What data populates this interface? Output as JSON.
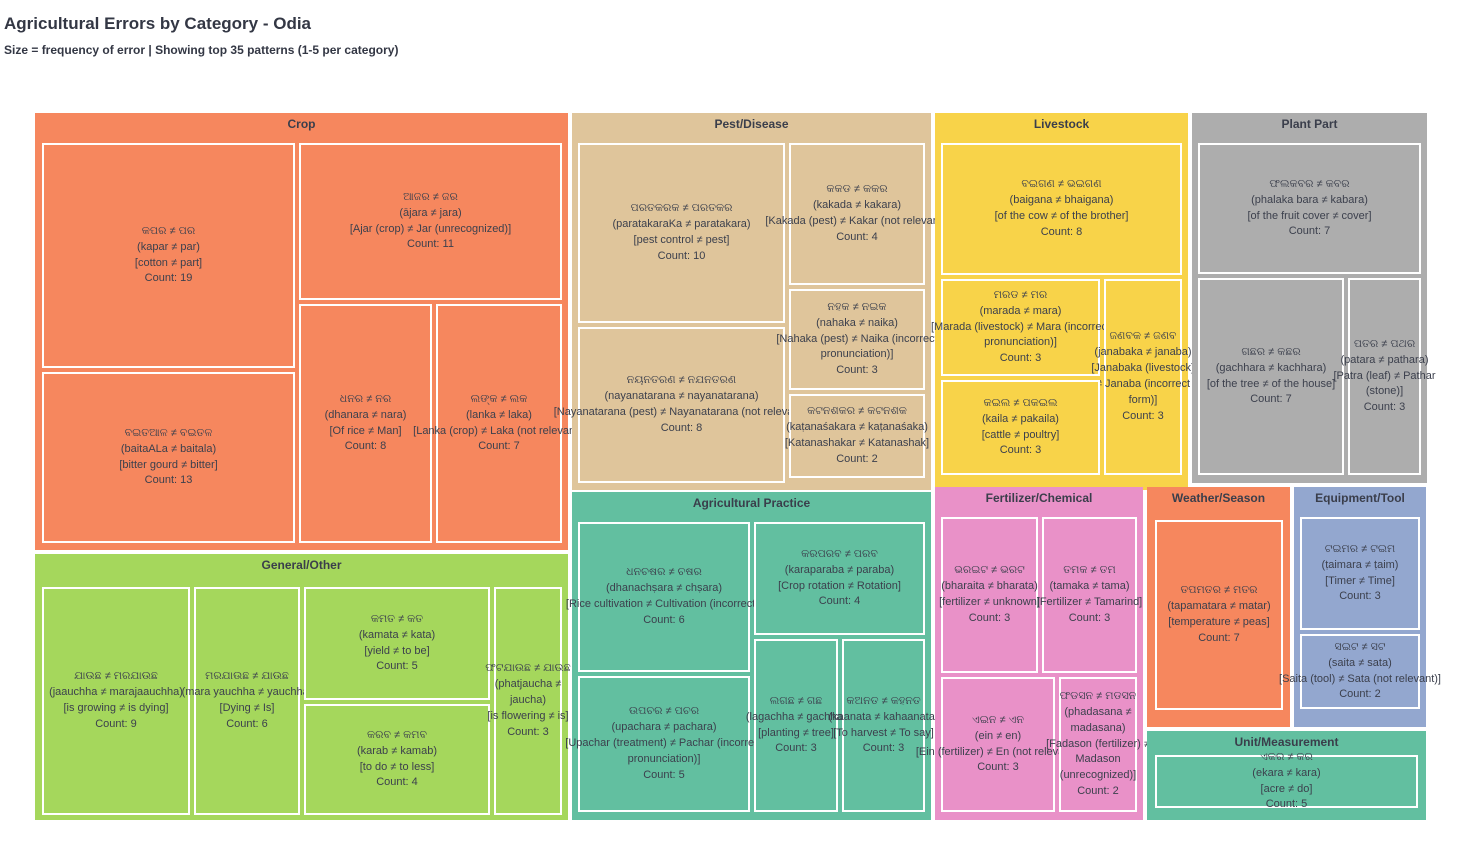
{
  "title": "Agricultural Errors by Category - Odia",
  "subtitle": "Size = frequency of error | Showing top 35 patterns (1-5 per category)",
  "chart_data": {
    "type": "treemap",
    "title": "Agricultural Errors by Category - Odia",
    "subtitle": "Size = frequency of error | Showing top 35 patterns (1-5 per category)",
    "size_encoding": "cell area = frequency (Count) of error pattern",
    "total_patterns": 35,
    "categories": [
      {
        "name": "Crop",
        "color": "#F6875E",
        "cells": [
          {
            "odia": "କପର ≠ ପର",
            "latin": "(kapar ≠ par)",
            "gloss": "[cotton ≠ part]",
            "count": 19,
            "count_label": "Count: 19"
          },
          {
            "odia": "ଆଜର ≠ ଜର",
            "latin": "(ājara ≠ jara)",
            "gloss": "[Ajar (crop) ≠ Jar (unrecognized)]",
            "count": 11,
            "count_label": "Count: 11"
          },
          {
            "odia": "ବଇତଆଳ ≠ ବଇତଳ",
            "latin": "(baitaALa ≠ baitala)",
            "gloss": "[bitter gourd ≠ bitter]",
            "count": 13,
            "count_label": "Count: 13"
          },
          {
            "odia": "ଧନର ≠ ନର",
            "latin": "(dhanara ≠ nara)",
            "gloss": "[Of rice ≠ Man]",
            "count": 8,
            "count_label": "Count: 8"
          },
          {
            "odia": "ଲଙ୍କ ≠ ଲକ",
            "latin": "(lanka ≠ laka)",
            "gloss": "[Lanka (crop) ≠ Laka (not relevant)]",
            "count": 7,
            "count_label": "Count: 7"
          }
        ]
      },
      {
        "name": "Pest/Disease",
        "color": "#DFC59B",
        "cells": [
          {
            "odia": "ପରତକରକ ≠ ପରତକର",
            "latin": "(paratakaraKa ≠ paratakara)",
            "gloss": "[pest control ≠ pest]",
            "count": 10,
            "count_label": "Count: 10"
          },
          {
            "odia": "ନୟନତରଣ ≠ ନଯନତରଣ",
            "latin": "(nayanatarana ≠ nayanatarana)",
            "gloss": "[Nayanatarana (pest) ≠ Nayanatarana (not relevant)]",
            "count": 8,
            "count_label": "Count: 8"
          },
          {
            "odia": "କକଡ ≠ କକର",
            "latin": "(kakada ≠ kakara)",
            "gloss": "[Kakada (pest) ≠ Kakar (not relevant)]",
            "count": 4,
            "count_label": "Count: 4"
          },
          {
            "odia": "ନହକ ≠ ନଇକ",
            "latin": "(nahaka ≠ naika)",
            "gloss": "[Nahaka (pest) ≠ Naika (incorrect pronunciation)]",
            "count": 3,
            "count_label": "Count: 3"
          },
          {
            "odia": "କଟନଶକର ≠ କଟନଶକ",
            "latin": "(kaṭanaśakara ≠ kaṭanaśaka)",
            "gloss": "[Katanashakar ≠ Katanashak]",
            "count": 2,
            "count_label": "Count: 2"
          }
        ]
      },
      {
        "name": "Livestock",
        "color": "#F8D349",
        "cells": [
          {
            "odia": "ବଇଗଣ ≠ ଭଇଗଣ",
            "latin": "(baigana ≠ bhaigana)",
            "gloss": "[of the cow ≠ of the brother]",
            "count": 8,
            "count_label": "Count: 8"
          },
          {
            "odia": "ମରଡ ≠ ମର",
            "latin": "(marada ≠ mara)",
            "gloss": "[Marada (livestock) ≠ Mara (incorrect pronunciation)]",
            "count": 3,
            "count_label": "Count: 3"
          },
          {
            "odia": "ଜଣବକ ≠ ଜଣବ",
            "latin": "(janabaka ≠ janaba)",
            "gloss": "[Janabaka (livestock) ≠ Janaba (incorrect form)]",
            "count": 3,
            "count_label": "Count: 3"
          },
          {
            "odia": "କଇଲ ≠ ପକଇଲ",
            "latin": "(kaila ≠ pakaila)",
            "gloss": "[cattle ≠ poultry]",
            "count": 3,
            "count_label": "Count: 3"
          }
        ]
      },
      {
        "name": "Plant Part",
        "color": "#ADADAD",
        "cells": [
          {
            "odia": "ଫଲକବର ≠ କବର",
            "latin": "(phalaka bara ≠ kabara)",
            "gloss": "[of the fruit cover ≠ cover]",
            "count": 7,
            "count_label": "Count: 7"
          },
          {
            "odia": "ଗଛର ≠ କଛର",
            "latin": "(gachhara ≠ kachhara)",
            "gloss": "[of the tree ≠ of the house]",
            "count": 7,
            "count_label": "Count: 7"
          },
          {
            "odia": "ପତର ≠ ପଥର",
            "latin": "(patara ≠ pathara)",
            "gloss": "[Patra (leaf) ≠ Pathar (stone)]",
            "count": 3,
            "count_label": "Count: 3"
          }
        ]
      },
      {
        "name": "General/Other",
        "color": "#A5D75C",
        "cells": [
          {
            "odia": "ଯାଉଛ ≠ ମରଯାଉଛ",
            "latin": "(jaauchha ≠ marajaauchha)",
            "gloss": "[is growing ≠ is dying]",
            "count": 9,
            "count_label": "Count: 9"
          },
          {
            "odia": "ମରଯାଉଛ ≠ ଯାଉଛ",
            "latin": "(mara yauchha ≠ yauchha)",
            "gloss": "[Dying ≠ Is]",
            "count": 6,
            "count_label": "Count: 6"
          },
          {
            "odia": "କମତ ≠ କତ",
            "latin": "(kamata ≠ kata)",
            "gloss": "[yield ≠ to be]",
            "count": 5,
            "count_label": "Count: 5"
          },
          {
            "odia": "କରବ ≠ କମବ",
            "latin": "(karab ≠ kamab)",
            "gloss": "[to do ≠ to less]",
            "count": 4,
            "count_label": "Count: 4"
          },
          {
            "odia": "ଫଟଯାଉଛ ≠ ଯାଉଛ",
            "latin": "(phatjaucha ≠ jaucha)",
            "gloss": "[is flowering ≠ is]",
            "count": 3,
            "count_label": "Count: 3"
          }
        ]
      },
      {
        "name": "Agricultural Practice",
        "color": "#62BFA0",
        "cells": [
          {
            "odia": "ଧନଚଷର ≠ ଚଷର",
            "latin": "(dhanachṣara ≠ chṣara)",
            "gloss": "[Rice cultivation ≠ Cultivation (incorrect)]",
            "count": 6,
            "count_label": "Count: 6"
          },
          {
            "odia": "ଉପଚର ≠ ପଚର",
            "latin": "(upachara ≠ pachara)",
            "gloss": "[Upachar (treatment) ≠ Pachar (incorrect pronunciation)]",
            "count": 5,
            "count_label": "Count: 5"
          },
          {
            "odia": "କରପରବ ≠ ପରବ",
            "latin": "(karaparaba ≠ paraba)",
            "gloss": "[Crop rotation ≠ Rotation]",
            "count": 4,
            "count_label": "Count: 4"
          },
          {
            "odia": "ଲଗଛ ≠ ଗଛ",
            "latin": "(lagachha ≠ gachha)",
            "gloss": "[planting ≠ tree]",
            "count": 3,
            "count_label": "Count: 3"
          },
          {
            "odia": "କଅନତ ≠ କହନତ",
            "latin": "(kaanata ≠ kahaanata)",
            "gloss": "[To harvest ≠ To say]",
            "count": 3,
            "count_label": "Count: 3"
          }
        ]
      },
      {
        "name": "Fertilizer/Chemical",
        "color": "#E991C8",
        "cells": [
          {
            "odia": "ଭରଇଟ ≠ ଭରଟ",
            "latin": "(bharaita ≠ bharata)",
            "gloss": "[fertilizer ≠ unknown]",
            "count": 3,
            "count_label": "Count: 3"
          },
          {
            "odia": "ତମକ ≠ ତମ",
            "latin": "(tamaka ≠ tama)",
            "gloss": "[Fertilizer ≠ Tamarind]",
            "count": 3,
            "count_label": "Count: 3"
          },
          {
            "odia": "ଏଇନ ≠ ଏନ",
            "latin": "(ein ≠ en)",
            "gloss": "[Ein (fertilizer) ≠ En (not relevant)]",
            "count": 3,
            "count_label": "Count: 3"
          },
          {
            "odia": "ଫଡସନ ≠ ମଡସନ",
            "latin": "(phadasana ≠ madasana)",
            "gloss": "[Fadason (fertilizer) ≠ Madason (unrecognized)]",
            "count": 2,
            "count_label": "Count: 2"
          }
        ]
      },
      {
        "name": "Weather/Season",
        "color": "#F6875E",
        "cells": [
          {
            "odia": "ତପମତର ≠ ମତର",
            "latin": "(tapamatara ≠ matar)",
            "gloss": "[temperature ≠ peas]",
            "count": 7,
            "count_label": "Count: 7"
          }
        ]
      },
      {
        "name": "Equipment/Tool",
        "color": "#93A7CF",
        "cells": [
          {
            "odia": "ଟଇମର ≠ ଟଇମ",
            "latin": "(ṭaimara ≠ ṭaim)",
            "gloss": "[Timer ≠ Time]",
            "count": 3,
            "count_label": "Count: 3"
          },
          {
            "odia": "ସଇଟ ≠ ସଟ",
            "latin": "(saita ≠ sata)",
            "gloss": "[Saita (tool) ≠ Sata (not relevant)]",
            "count": 2,
            "count_label": "Count: 2"
          }
        ]
      },
      {
        "name": "Unit/Measurement",
        "color": "#62BFA0",
        "cells": [
          {
            "odia": "ଏକର ≠ କର",
            "latin": "(ekara ≠ kara)",
            "gloss": "[acre ≠ do]",
            "count": 5,
            "count_label": "Count: 5"
          }
        ]
      }
    ]
  }
}
